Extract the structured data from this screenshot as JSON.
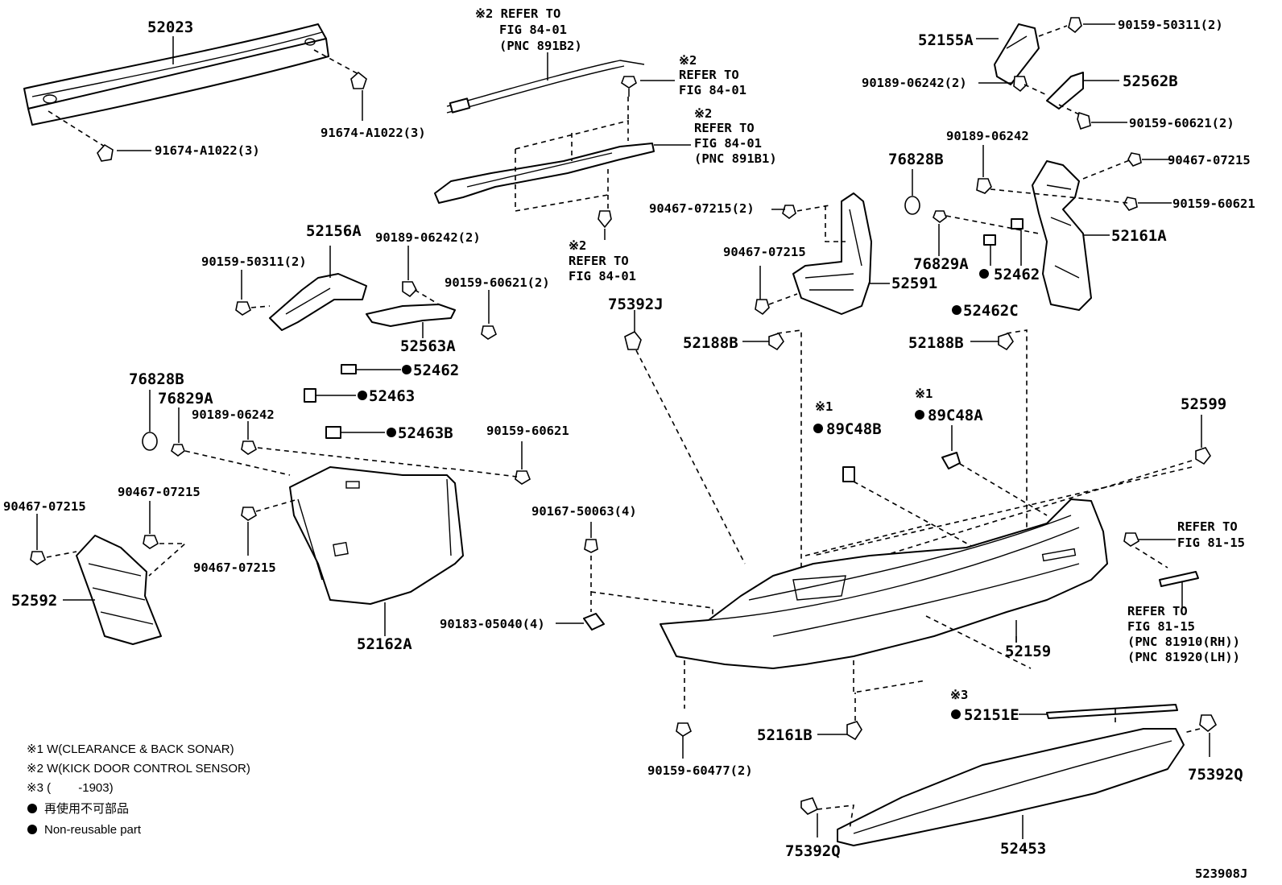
{
  "labels": {
    "p52023": "52023",
    "p91674a": "91674-A1022(3)",
    "p91674b": "91674-A1022(3)",
    "ref_top1_a": "※2 REFER TO",
    "ref_top1_b": "FIG 84-01",
    "ref_top1_c": "(PNC 891B2)",
    "ref_top2_a": "※2",
    "ref_top2_b": "REFER TO",
    "ref_top2_c": "FIG 84-01",
    "ref_top3_a": "※2",
    "ref_top3_b": "REFER TO",
    "ref_top3_c": "FIG 84-01",
    "ref_top3_d": "(PNC 891B1)",
    "ref_mid_a": "※2",
    "ref_mid_b": "REFER TO",
    "ref_mid_c": "FIG 84-01",
    "p52155A": "52155A",
    "p90159_50311_r": "90159-50311(2)",
    "p90189_06242_2r": "90189-06242(2)",
    "p52562B": "52562B",
    "p90159_60621_2r": "90159-60621(2)",
    "p90189_06242_r": "90189-06242",
    "p76828B_r": "76828B",
    "p90467_07215_r": "90467-07215",
    "p90159_60621_r": "90159-60621",
    "p90467_07215_2m": "90467-07215(2)",
    "p52161A": "52161A",
    "p90467_07215_m": "90467-07215",
    "p52591": "52591",
    "p76829A_r": "76829A",
    "p52462_r": "52462",
    "p52462C": "52462C",
    "p52188B_l": "52188B",
    "p52188B_r": "52188B",
    "p75392J": "75392J",
    "p52156A": "52156A",
    "p90159_50311_l": "90159-50311(2)",
    "p90189_06242_2l": "90189-06242(2)",
    "p90159_60621_2l": "90159-60621(2)",
    "p52563A": "52563A",
    "p52462_l": "52462",
    "p52463": "52463",
    "p52463B": "52463B",
    "p76828B_l": "76828B",
    "p76829A_l": "76829A",
    "p90189_06242_l": "90189-06242",
    "p90159_60621_l": "90159-60621",
    "note1_a": "※1",
    "p89C48B": "89C48B",
    "note1_b": "※1",
    "p89C48A": "89C48A",
    "p52599": "52599",
    "p90467_07215_ll": "90467-07215",
    "p90467_07215_lm": "90467-07215",
    "p90467_07215_lb": "90467-07215",
    "p90167_50063": "90167-50063(4)",
    "ref81_a": "REFER TO",
    "ref81_b": "FIG 81-15",
    "p52592": "52592",
    "p52162A": "52162A",
    "p90183_05040": "90183-05040(4)",
    "ref81c_a": "REFER TO",
    "ref81c_b": "FIG 81-15",
    "ref81c_c": "(PNC 81910(RH))",
    "ref81c_d": "(PNC 81920(LH))",
    "p52159": "52159",
    "note3": "※3",
    "p52151E": "52151E",
    "p52161B": "52161B",
    "p90159_60477": "90159-60477(2)",
    "p75392Q_r": "75392Q",
    "p75392Q_l": "75392Q",
    "p52453": "52453",
    "diagram_id": "523908J"
  },
  "legend": {
    "n1": "※1 W(CLEARANCE & BACK SONAR)",
    "n2": "※2 W(KICK DOOR CONTROL SENSOR)",
    "n3": "※3 (　　 -1903)",
    "n4": "再使用不可部品",
    "n5": "Non-reusable part"
  }
}
